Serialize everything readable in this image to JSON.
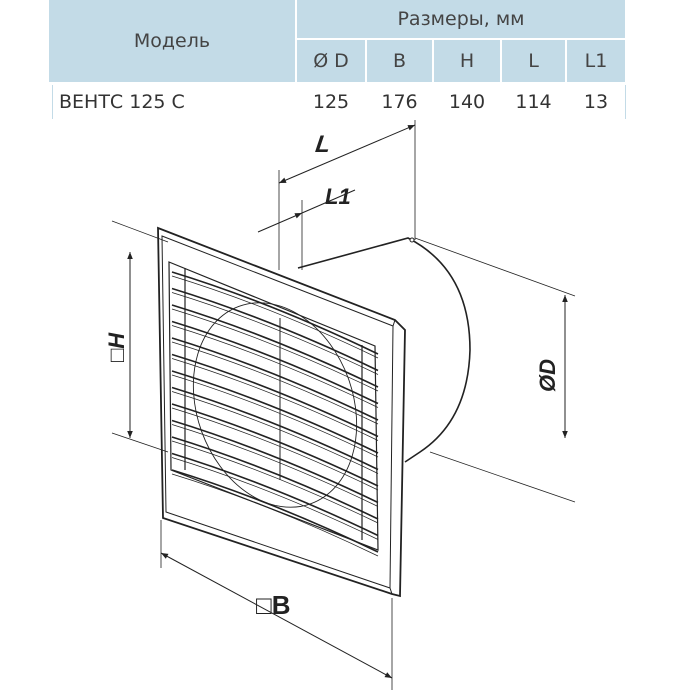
{
  "table": {
    "model_header": "Модель",
    "dims_header": "Размеры, мм",
    "columns": [
      "Ø D",
      "B",
      "H",
      "L",
      "L1"
    ],
    "row": {
      "model": "ВЕНТС 125 С",
      "values": [
        "125",
        "176",
        "140",
        "114",
        "13"
      ]
    },
    "header_color": "#c3dbe7"
  },
  "drawing": {
    "label_L": "L",
    "label_L1": "L1",
    "label_H": "□H",
    "label_B": "□B",
    "label_D": "ØD"
  }
}
